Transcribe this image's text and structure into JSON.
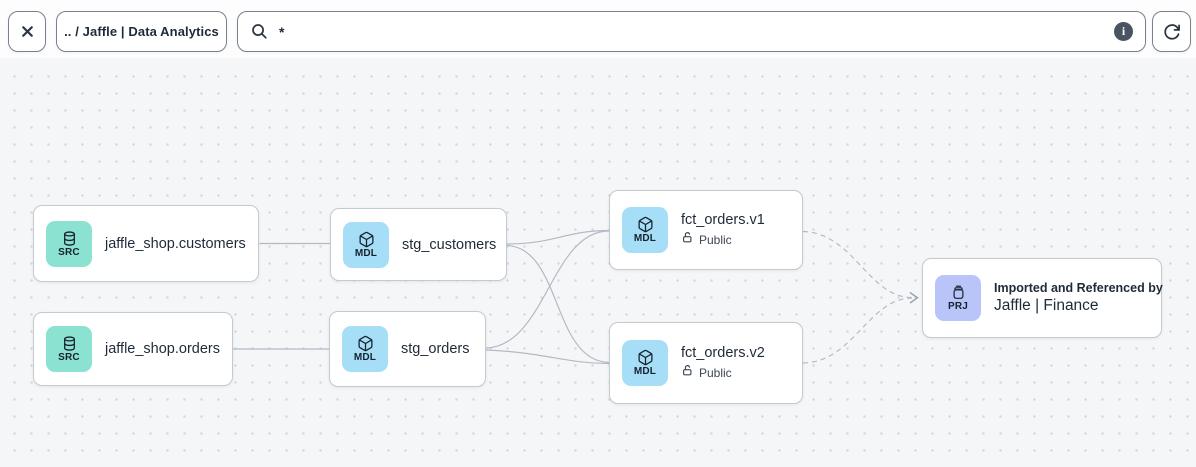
{
  "toolbar": {
    "breadcrumb": ".. / Jaffle | Data Analytics",
    "search": {
      "value": "*",
      "placeholder": ""
    },
    "info_glyph": "i",
    "icons": {
      "close": "x-glyph",
      "search": "magnifier",
      "info": "filled-circle-i",
      "refresh": "circular-arrow-clockwise"
    }
  },
  "colors": {
    "canvas_bg": "#f5f6f8",
    "dot": "#d4d7dd",
    "edge": "#b4bac4",
    "node_border": "#c5c9d0",
    "src_tile": "#8be2d1",
    "mdl_tile": "#a6def8",
    "prj_tile": "#b9c4f8",
    "text": "#1f2a38"
  },
  "nodes": [
    {
      "id": "src-customers",
      "type": "source",
      "badge": "SRC",
      "icon": "database-icon",
      "label": "jaffle_shop.customers"
    },
    {
      "id": "src-orders",
      "type": "source",
      "badge": "SRC",
      "icon": "database-icon",
      "label": "jaffle_shop.orders"
    },
    {
      "id": "stg-customers",
      "type": "model",
      "badge": "MDL",
      "icon": "cube-icon",
      "label": "stg_customers"
    },
    {
      "id": "stg-orders",
      "type": "model",
      "badge": "MDL",
      "icon": "cube-icon",
      "label": "stg_orders"
    },
    {
      "id": "fct-orders-v1",
      "type": "model",
      "badge": "MDL",
      "icon": "cube-icon",
      "label": "fct_orders.v1",
      "access": "Public"
    },
    {
      "id": "fct-orders-v2",
      "type": "model",
      "badge": "MDL",
      "icon": "cube-icon",
      "label": "fct_orders.v2",
      "access": "Public"
    },
    {
      "id": "project-jaffle-finance",
      "type": "project",
      "badge": "PRJ",
      "icon": "jar-icon",
      "subtitle": "Imported and Referenced by",
      "label": "Jaffle | Finance"
    }
  ],
  "edges": [
    {
      "from": "src-customers",
      "to": "stg-customers",
      "style": "solid"
    },
    {
      "from": "src-orders",
      "to": "stg-orders",
      "style": "solid"
    },
    {
      "from": "stg-customers",
      "to": "fct-orders-v1",
      "style": "solid"
    },
    {
      "from": "stg-customers",
      "to": "fct-orders-v2",
      "style": "solid"
    },
    {
      "from": "stg-orders",
      "to": "fct-orders-v1",
      "style": "solid"
    },
    {
      "from": "stg-orders",
      "to": "fct-orders-v2",
      "style": "solid"
    },
    {
      "from": "fct-orders-v1",
      "to": "project-jaffle-finance",
      "style": "dashed"
    },
    {
      "from": "fct-orders-v2",
      "to": "project-jaffle-finance",
      "style": "dashed"
    }
  ]
}
